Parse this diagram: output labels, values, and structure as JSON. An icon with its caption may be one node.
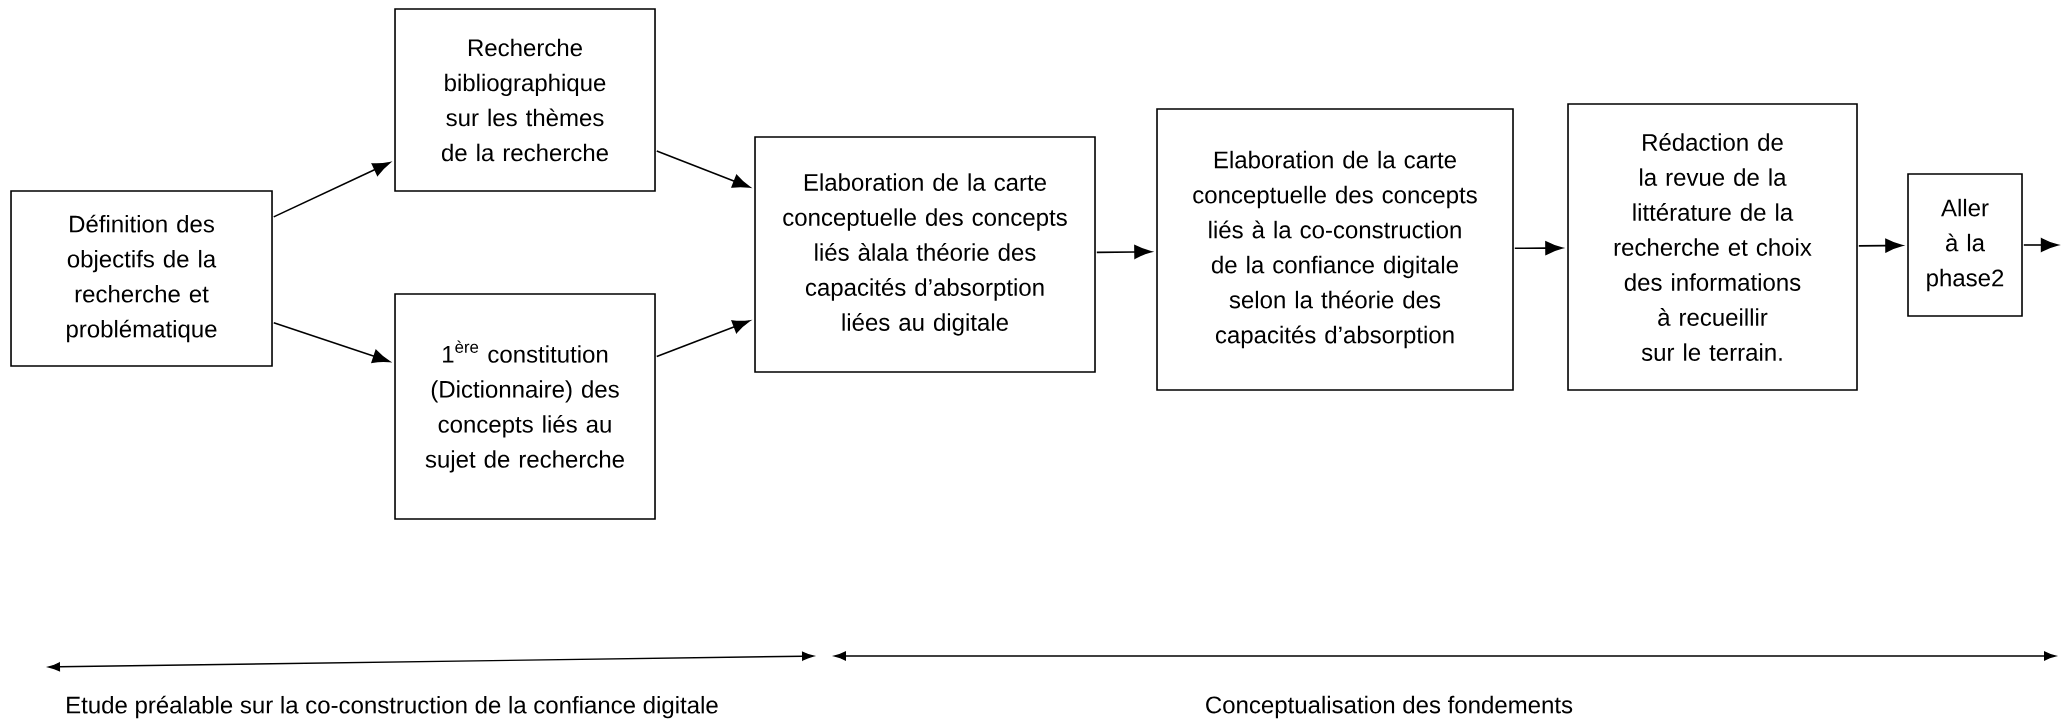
{
  "diagram": {
    "nodes": [
      {
        "text": [
          "Définition des objectifs de la recherche et problématique"
        ]
      },
      {
        "text": [
          "Recherche bibliographique sur les thèmes de la recherche"
        ]
      },
      {
        "text": [
          "\\text{1}^{\\text{ère}}",
          "constitution (Dictionnaire) des concepts liés au sujet de recherche"
        ]
      },
      {
        "text": [
          "Elaboration de la carte conceptuelle des concepts liés àlala théorie des capacités d’absorption liées au digitale"
        ]
      },
      {
        "text": [
          "Elaboration de la carte conceptuelle des concepts liés à la co-construction de la confiance digitale selon la théorie des capacités d’absorption"
        ]
      },
      {
        "text": [
          "Rédaction de la revue de la littérature de la recherche et choix des informations à recueillir sur le terrain."
        ]
      },
      {
        "text": [
          "Aller à la phase2"
        ]
      }
    ],
    "edges": [
      {
        "from": 0,
        "to": 1,
        "arrow": "to"
      },
      {
        "from": 0,
        "to": 2,
        "arrow": "to"
      },
      {
        "from": 1,
        "to": 3,
        "arrow": "to"
      },
      {
        "from": 2,
        "to": 3,
        "arrow": "to"
      },
      {
        "from": 3,
        "to": 4,
        "arrow": "to"
      },
      {
        "from": 4,
        "to": 5,
        "arrow": "to"
      },
      {
        "from": 5,
        "to": 6,
        "arrow": "to"
      },
      {
        "from": 6,
        "to": null,
        "arrow": "to"
      }
    ],
    "labels": [
      "Etude préalable sur la co-construction de la confiance digitale",
      "Conceptualisation des fondements"
    ]
  }
}
